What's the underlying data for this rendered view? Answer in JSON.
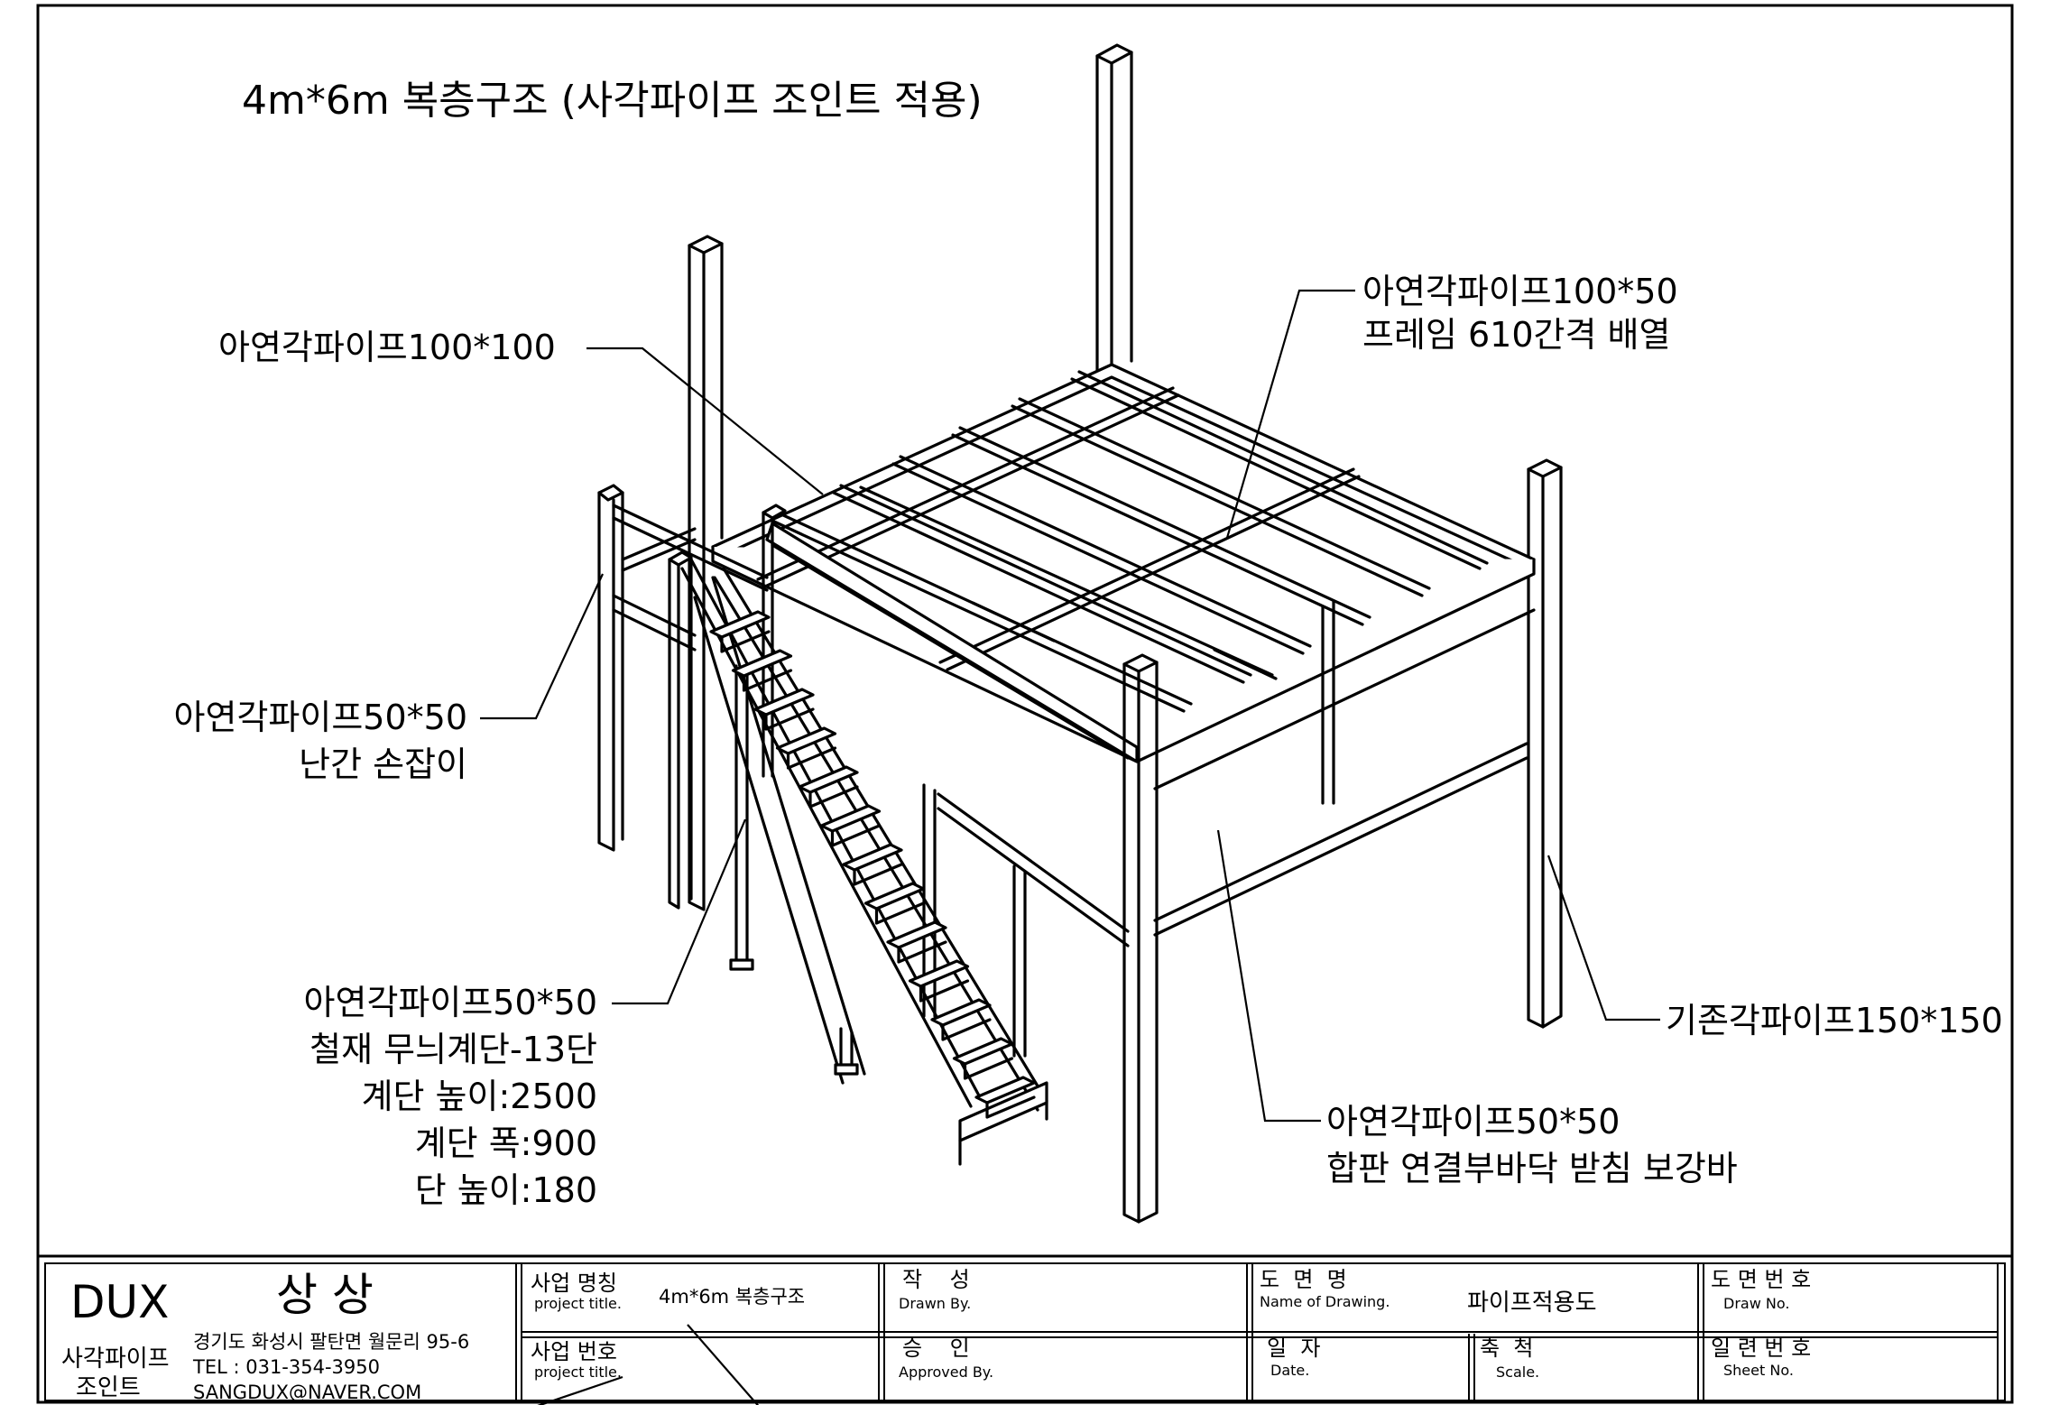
{
  "drawing": {
    "title": "4m*6m 복층구조 (사각파이프 조인트 적용)",
    "callouts": {
      "pipe_100x100": "아연각파이프100*100",
      "pipe_100x50_line1": "아연각파이프100*50",
      "pipe_100x50_line2": "프레임 610간격 배열",
      "pipe_50x50_rail_line1": "아연각파이프50*50",
      "pipe_50x50_rail_line2": "난간 손잡이",
      "pipe_50x50_stair_line1": "아연각파이프50*50",
      "pipe_50x50_stair_line2": "철재 무늬계단-13단",
      "pipe_50x50_stair_line3": "계단 높이:2500",
      "pipe_50x50_stair_line4": "계단 폭:900",
      "pipe_50x50_stair_line5": "단 높이:180",
      "existing_150x150": "기존각파이프150*150",
      "pipe_50x50_brace_line1": "아연각파이프50*50",
      "pipe_50x50_brace_line2": "합판 연결부바닥 받침 보강바"
    }
  },
  "title_block": {
    "company": {
      "logo": "DUX",
      "name": "상 상",
      "brand_line1": "사각파이프",
      "brand_line2": "조인트",
      "address": "경기도 화성시 팔탄면 월문리 95-6",
      "tel": "TEL : 031-354-3950",
      "email": "SANGDUX@NAVER.COM"
    },
    "project_name": {
      "label": "사업 명칭",
      "sublabel": "project title.",
      "value": "4m*6m 복층구조"
    },
    "project_no": {
      "label": "사업 번호",
      "sublabel": "project title.",
      "value": ""
    },
    "drawn_by": {
      "label": "작    성",
      "sublabel": "Drawn By.",
      "value": ""
    },
    "approved_by": {
      "label": "승    인",
      "sublabel": "Approved By.",
      "value": ""
    },
    "drawing_name": {
      "label": "도  면  명",
      "sublabel": "Name of Drawing.",
      "value": "파이프적용도"
    },
    "date": {
      "label": "일  자",
      "sublabel": "Date.",
      "value": ""
    },
    "scale": {
      "label": "축  척",
      "sublabel": "Scale.",
      "value": ""
    },
    "drawing_no": {
      "label": "도 면 번 호",
      "sublabel": "Draw No.",
      "value": ""
    },
    "sheet_no": {
      "label": "일 련 번 호",
      "sublabel": "Sheet No.",
      "value": ""
    }
  }
}
